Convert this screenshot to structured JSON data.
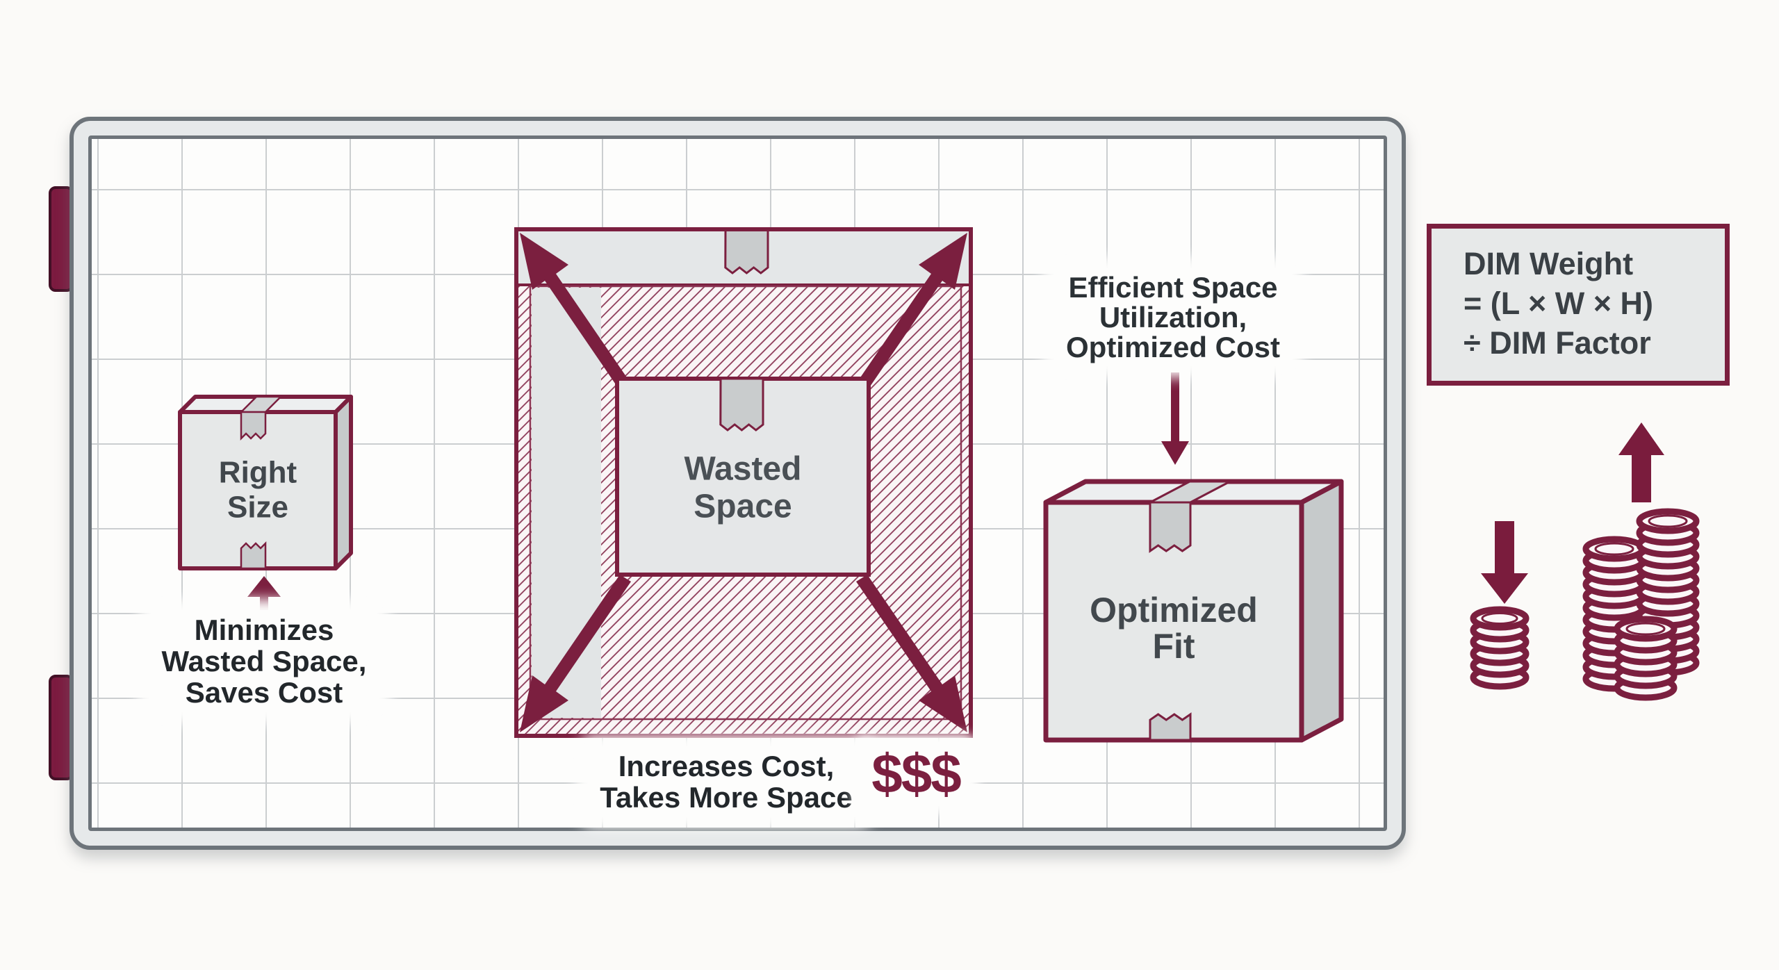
{
  "colors": {
    "accent_maroon": "#7b1f3f",
    "hatch_line": "#8d3a58",
    "box_gray": "#e5e7e8",
    "tape_gray": "#c9cccd",
    "frame_gray": "#6d747a",
    "grid_gray": "#cbced0",
    "text_dark": "#22272b",
    "text_slate": "#454b50"
  },
  "icons": {
    "tape": "tape-icon",
    "expand_arrows": "expand-arrows-icon",
    "up_arrow": "up-arrow-icon",
    "down_arrow": "down-arrow-icon",
    "coins_small": "coin-stack-small-icon",
    "coins_large": "coin-stack-large-icon",
    "latch": "latch-icon"
  },
  "labels": {
    "right_size": {
      "line1": "Right",
      "line2": "Size"
    },
    "right_size_caption": {
      "line1": "Minimizes",
      "line2": "Wasted Space,",
      "line3": "Saves Cost"
    },
    "wasted_space": {
      "line1": "Wasted",
      "line2": "Space"
    },
    "wasted_space_caption": {
      "line1": "Increases Cost,",
      "line2": "Takes More Space"
    },
    "cost_symbol": "$$$",
    "optimized_fit": {
      "line1": "Optimized",
      "line2": "Fit"
    },
    "optimized_fit_caption": {
      "line1": "Efficient Space",
      "line2": "Utilization,",
      "line3": "Optimized Cost"
    },
    "dim_formula": {
      "line1": "DIM Weight",
      "line2": "= (L × W × H)",
      "line3": "÷ DIM Factor"
    }
  }
}
